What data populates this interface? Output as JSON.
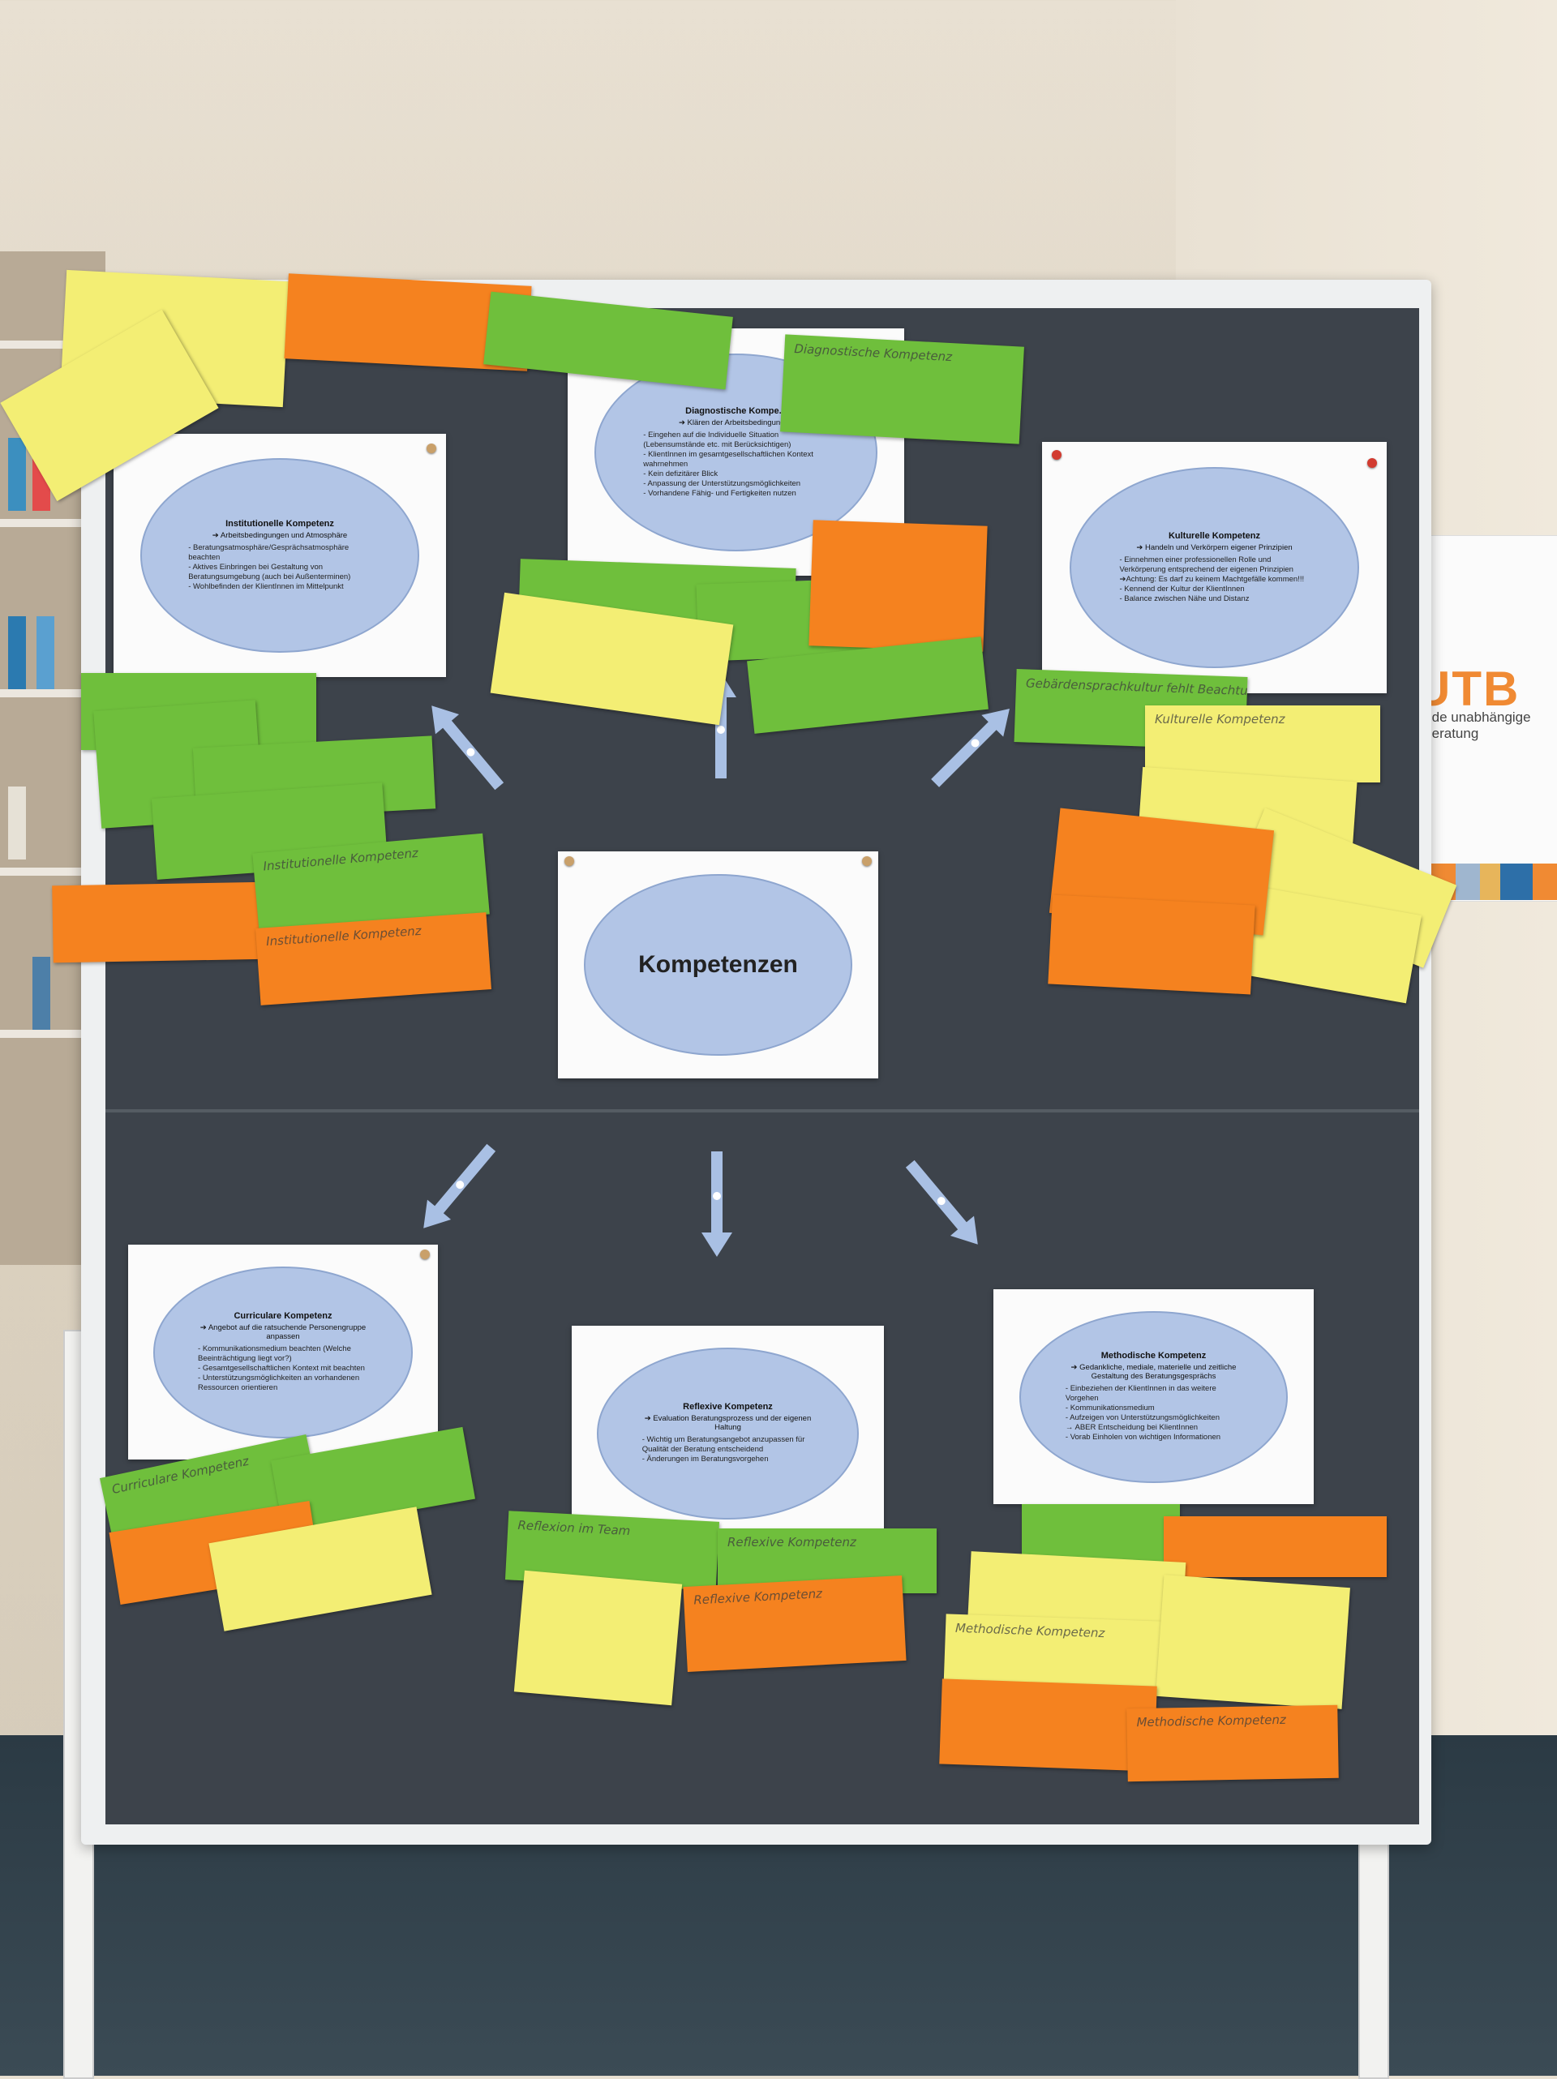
{
  "center": {
    "title": "Kompetenzen"
  },
  "cards": {
    "diagnostic": {
      "title": "Diagnostische Kompe...",
      "subtitle": "➔ Klären der Arbeitsbedingungen",
      "items": [
        "- Eingehen auf die Individuelle Situation (Lebensumstände etc. mit Berücksichtigen)",
        "- KlientInnen im gesamtgesellschaftlichen Kontext wahrnehmen",
        "- Kein defizitärer Blick",
        "- Anpassung der Unterstützungsmöglichkeiten",
        "- Vorhandene Fähig- und Fertigkeiten nutzen"
      ]
    },
    "institutional": {
      "title": "Institutionelle Kompetenz",
      "subtitle": "➔ Arbeitsbedingungen und Atmosphäre",
      "items": [
        "- Beratungsatmosphäre/Gesprächsatmosphäre beachten",
        "- Aktives Einbringen bei Gestaltung von Beratungsumgebung (auch bei Außenterminen)",
        "- Wohlbefinden der KlientInnen im Mittelpunkt"
      ]
    },
    "cultural": {
      "title": "Kulturelle Kompetenz",
      "subtitle": "➔ Handeln und Verkörpern eigener Prinzipien",
      "items": [
        "- Einnehmen einer professionellen Rolle und Verkörperung entsprechend der eigenen Prinzipien",
        "➔Achtung: Es darf zu keinem Machtgefälle kommen!!!",
        "- Kennend der Kultur der KlientInnen",
        "- Balance zwischen Nähe und Distanz"
      ]
    },
    "curricular": {
      "title": "Curriculare Kompetenz",
      "subtitle": "➔ Angebot auf die ratsuchende Personengruppe anpassen",
      "items": [
        "- Kommunikationsmedium beachten (Welche Beeinträchtigung liegt vor?)",
        "- Gesamtgesellschaftlichen Kontext mit beachten",
        "- Unterstützungsmöglichkeiten an vorhandenen Ressourcen orientieren"
      ]
    },
    "reflexive": {
      "title": "Reflexive Kompetenz",
      "subtitle": "➔ Evaluation Beratungsprozess und der eigenen Haltung",
      "items": [
        "- Wichtig um Beratungsangebot anzupassen für Qualität der Beratung entscheidend",
        "- Änderungen im Beratungsvorgehen"
      ]
    },
    "methodical": {
      "title": "Methodische Kompetenz",
      "subtitle": "➔ Gedankliche, mediale, materielle und zeitliche Gestaltung des Beratungsgesprächs",
      "items": [
        "- Einbeziehen der KlientInnen in das weitere Vorgehen",
        "- Kommunikationsmedium",
        "- Aufzeigen von Unterstützungsmöglichkeiten",
        "→ ABER Entscheidung bei KlientInnen",
        "- Vorab Einholen von wichtigen Informationen"
      ]
    }
  },
  "notes": {
    "diag_green": "Diagnostische Kompetenz",
    "inst_green": "Institutionelle Kompetenz",
    "inst_orange": "Institutionelle Kompetenz",
    "cult_yellow": "Kulturelle Kompetenz",
    "cult_green": "Gebärdensprachkultur fehlt Beachtung",
    "curr_green": "Curriculare Kompetenz",
    "refl_green1": "Reflexion im Team",
    "refl_green2": "Reflexive Kompetenz",
    "refl_orange": "Reflexive Kompetenz",
    "meth_yellow": "Methodische Kompetenz",
    "meth_orange": "Methodische Kompetenz"
  },
  "sign": {
    "logo": "UTB",
    "text": "...nde unabhängige ...beratung"
  },
  "colors": {
    "board": "#3d434b",
    "oval": "#b2c5e6",
    "note_yellow": "#f3ee74",
    "note_green": "#6fbf3c",
    "note_orange": "#f5821f"
  }
}
